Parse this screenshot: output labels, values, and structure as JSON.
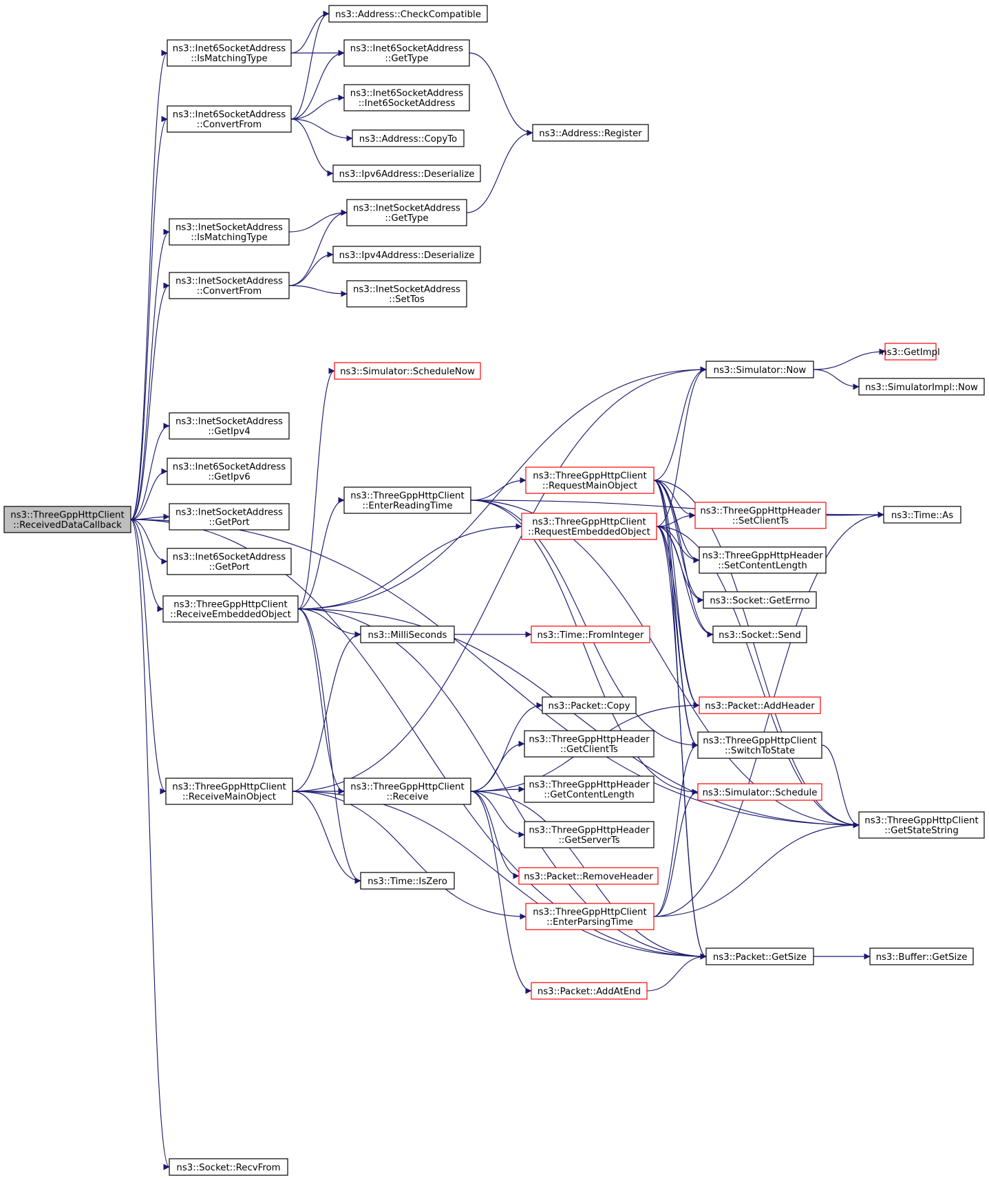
{
  "colors": {
    "edge": "#191970",
    "root_fill": "#bfbfbf",
    "normal_border": "#000000",
    "truncated_border": "#ff0000",
    "text": "#000000"
  },
  "nodes": [
    {
      "id": "root",
      "lines": [
        "ns3::ThreeGppHttpClient",
        "::ReceivedDataCallback"
      ],
      "kind": "root"
    },
    {
      "id": "i6match",
      "lines": [
        "ns3::Inet6SocketAddress",
        "::IsMatchingType"
      ],
      "kind": "normal"
    },
    {
      "id": "addrCheck",
      "lines": [
        "ns3::Address::CheckCompatible"
      ],
      "kind": "normal"
    },
    {
      "id": "i6gettype",
      "lines": [
        "ns3::Inet6SocketAddress",
        "::GetType"
      ],
      "kind": "normal"
    },
    {
      "id": "i6conv",
      "lines": [
        "ns3::Inet6SocketAddress",
        "::ConvertFrom"
      ],
      "kind": "normal"
    },
    {
      "id": "i6ctor",
      "lines": [
        "ns3::Inet6SocketAddress",
        "::Inet6SocketAddress"
      ],
      "kind": "normal"
    },
    {
      "id": "copyto",
      "lines": [
        "ns3::Address::CopyTo"
      ],
      "kind": "normal"
    },
    {
      "id": "addrReg",
      "lines": [
        "ns3::Address::Register"
      ],
      "kind": "normal"
    },
    {
      "id": "ip6deser",
      "lines": [
        "ns3::Ipv6Address::Deserialize"
      ],
      "kind": "normal"
    },
    {
      "id": "i4match",
      "lines": [
        "ns3::InetSocketAddress",
        "::IsMatchingType"
      ],
      "kind": "normal"
    },
    {
      "id": "i4gettype",
      "lines": [
        "ns3::InetSocketAddress",
        "::GetType"
      ],
      "kind": "normal"
    },
    {
      "id": "i4conv",
      "lines": [
        "ns3::InetSocketAddress",
        "::ConvertFrom"
      ],
      "kind": "normal"
    },
    {
      "id": "ip4deser",
      "lines": [
        "ns3::Ipv4Address::Deserialize"
      ],
      "kind": "normal"
    },
    {
      "id": "settos",
      "lines": [
        "ns3::InetSocketAddress",
        "::SetTos"
      ],
      "kind": "normal"
    },
    {
      "id": "schedNow",
      "lines": [
        "ns3::Simulator::ScheduleNow"
      ],
      "kind": "trunc"
    },
    {
      "id": "simNow",
      "lines": [
        "ns3::Simulator::Now"
      ],
      "kind": "normal"
    },
    {
      "id": "getImpl",
      "lines": [
        "ns3::GetImpl"
      ],
      "kind": "trunc"
    },
    {
      "id": "simImplNow",
      "lines": [
        "ns3::SimulatorImpl::Now"
      ],
      "kind": "normal"
    },
    {
      "id": "getIpv4",
      "lines": [
        "ns3::InetSocketAddress",
        "::GetIpv4"
      ],
      "kind": "normal"
    },
    {
      "id": "getIpv6",
      "lines": [
        "ns3::Inet6SocketAddress",
        "::GetIpv6"
      ],
      "kind": "normal"
    },
    {
      "id": "i4port",
      "lines": [
        "ns3::InetSocketAddress",
        "::GetPort"
      ],
      "kind": "normal"
    },
    {
      "id": "i6port",
      "lines": [
        "ns3::Inet6SocketAddress",
        "::GetPort"
      ],
      "kind": "normal"
    },
    {
      "id": "enterRead",
      "lines": [
        "ns3::ThreeGppHttpClient",
        "::EnterReadingTime"
      ],
      "kind": "normal"
    },
    {
      "id": "reqMain",
      "lines": [
        "ns3::ThreeGppHttpClient",
        "::RequestMainObject"
      ],
      "kind": "trunc"
    },
    {
      "id": "reqEmb",
      "lines": [
        "ns3::ThreeGppHttpClient",
        "::RequestEmbeddedObject"
      ],
      "kind": "trunc"
    },
    {
      "id": "setClientTs",
      "lines": [
        "ns3::ThreeGppHttpHeader",
        "::SetClientTs"
      ],
      "kind": "trunc"
    },
    {
      "id": "timeAs",
      "lines": [
        "ns3::Time::As"
      ],
      "kind": "normal"
    },
    {
      "id": "setContLen",
      "lines": [
        "ns3::ThreeGppHttpHeader",
        "::SetContentLength"
      ],
      "kind": "normal"
    },
    {
      "id": "recvEmb",
      "lines": [
        "ns3::ThreeGppHttpClient",
        "::ReceiveEmbeddedObject"
      ],
      "kind": "normal"
    },
    {
      "id": "getErrno",
      "lines": [
        "ns3::Socket::GetErrno"
      ],
      "kind": "normal"
    },
    {
      "id": "milli",
      "lines": [
        "ns3::MilliSeconds"
      ],
      "kind": "normal"
    },
    {
      "id": "fromInt",
      "lines": [
        "ns3::Time::FromInteger"
      ],
      "kind": "trunc"
    },
    {
      "id": "sockSend",
      "lines": [
        "ns3::Socket::Send"
      ],
      "kind": "normal"
    },
    {
      "id": "pktCopy",
      "lines": [
        "ns3::Packet::Copy"
      ],
      "kind": "normal"
    },
    {
      "id": "addHeader",
      "lines": [
        "ns3::Packet::AddHeader"
      ],
      "kind": "trunc"
    },
    {
      "id": "getClientTs",
      "lines": [
        "ns3::ThreeGppHttpHeader",
        "::GetClientTs"
      ],
      "kind": "normal"
    },
    {
      "id": "switchState",
      "lines": [
        "ns3::ThreeGppHttpClient",
        "::SwitchToState"
      ],
      "kind": "normal"
    },
    {
      "id": "recvMain",
      "lines": [
        "ns3::ThreeGppHttpClient",
        "::ReceiveMainObject"
      ],
      "kind": "normal"
    },
    {
      "id": "receive",
      "lines": [
        "ns3::ThreeGppHttpClient",
        "::Receive"
      ],
      "kind": "normal"
    },
    {
      "id": "getContLen",
      "lines": [
        "ns3::ThreeGppHttpHeader",
        "::GetContentLength"
      ],
      "kind": "normal"
    },
    {
      "id": "simSched",
      "lines": [
        "ns3::Simulator::Schedule"
      ],
      "kind": "trunc"
    },
    {
      "id": "getState",
      "lines": [
        "ns3::ThreeGppHttpClient",
        "::GetStateString"
      ],
      "kind": "normal"
    },
    {
      "id": "getServerTs",
      "lines": [
        "ns3::ThreeGppHttpHeader",
        "::GetServerTs"
      ],
      "kind": "normal"
    },
    {
      "id": "removeHeader",
      "lines": [
        "ns3::Packet::RemoveHeader"
      ],
      "kind": "trunc"
    },
    {
      "id": "isZero",
      "lines": [
        "ns3::Time::IsZero"
      ],
      "kind": "normal"
    },
    {
      "id": "enterParse",
      "lines": [
        "ns3::ThreeGppHttpClient",
        "::EnterParsingTime"
      ],
      "kind": "trunc"
    },
    {
      "id": "pktSize",
      "lines": [
        "ns3::Packet::GetSize"
      ],
      "kind": "normal"
    },
    {
      "id": "bufSize",
      "lines": [
        "ns3::Buffer::GetSize"
      ],
      "kind": "normal"
    },
    {
      "id": "addAtEnd",
      "lines": [
        "ns3::Packet::AddAtEnd"
      ],
      "kind": "trunc"
    },
    {
      "id": "recvFrom",
      "lines": [
        "ns3::Socket::RecvFrom"
      ],
      "kind": "normal"
    }
  ],
  "edges": [
    [
      "root",
      "i6match"
    ],
    [
      "root",
      "i6conv"
    ],
    [
      "root",
      "i4match"
    ],
    [
      "root",
      "i4conv"
    ],
    [
      "root",
      "getIpv4"
    ],
    [
      "root",
      "getIpv6"
    ],
    [
      "root",
      "i4port"
    ],
    [
      "root",
      "i6port"
    ],
    [
      "root",
      "recvEmb"
    ],
    [
      "root",
      "recvMain"
    ],
    [
      "root",
      "pktSize"
    ],
    [
      "root",
      "getState"
    ],
    [
      "root",
      "recvFrom"
    ],
    [
      "i6match",
      "addrCheck"
    ],
    [
      "i6match",
      "i6gettype"
    ],
    [
      "i6conv",
      "addrCheck"
    ],
    [
      "i6conv",
      "i6gettype"
    ],
    [
      "i6conv",
      "i6ctor"
    ],
    [
      "i6conv",
      "copyto"
    ],
    [
      "i6conv",
      "ip6deser"
    ],
    [
      "i6gettype",
      "addrReg"
    ],
    [
      "i4gettype",
      "addrReg"
    ],
    [
      "i4match",
      "i4gettype"
    ],
    [
      "i4conv",
      "i4gettype"
    ],
    [
      "i4conv",
      "ip4deser"
    ],
    [
      "i4conv",
      "settos"
    ],
    [
      "simNow",
      "getImpl"
    ],
    [
      "simNow",
      "simImplNow"
    ],
    [
      "recvEmb",
      "enterRead"
    ],
    [
      "recvEmb",
      "reqEmb"
    ],
    [
      "recvEmb",
      "simNow"
    ],
    [
      "recvEmb",
      "schedNow"
    ],
    [
      "recvEmb",
      "milli"
    ],
    [
      "recvEmb",
      "receive"
    ],
    [
      "recvEmb",
      "isZero"
    ],
    [
      "recvEmb",
      "pktSize"
    ],
    [
      "recvEmb",
      "getState"
    ],
    [
      "enterRead",
      "reqMain"
    ],
    [
      "enterRead",
      "timeAs"
    ],
    [
      "enterRead",
      "getState"
    ],
    [
      "enterRead",
      "switchState"
    ],
    [
      "enterRead",
      "simSched"
    ],
    [
      "reqMain",
      "simNow"
    ],
    [
      "reqMain",
      "setClientTs"
    ],
    [
      "reqMain",
      "setContLen"
    ],
    [
      "reqMain",
      "getErrno"
    ],
    [
      "reqMain",
      "sockSend"
    ],
    [
      "reqMain",
      "addHeader"
    ],
    [
      "reqMain",
      "switchState"
    ],
    [
      "reqMain",
      "getState"
    ],
    [
      "reqMain",
      "pktSize"
    ],
    [
      "reqEmb",
      "simNow"
    ],
    [
      "reqEmb",
      "setClientTs"
    ],
    [
      "reqEmb",
      "setContLen"
    ],
    [
      "reqEmb",
      "getErrno"
    ],
    [
      "reqEmb",
      "sockSend"
    ],
    [
      "reqEmb",
      "addHeader"
    ],
    [
      "reqEmb",
      "switchState"
    ],
    [
      "reqEmb",
      "getState"
    ],
    [
      "reqEmb",
      "pktSize"
    ],
    [
      "setClientTs",
      "timeAs"
    ],
    [
      "milli",
      "fromInt"
    ],
    [
      "switchState",
      "getState"
    ],
    [
      "recvMain",
      "simNow"
    ],
    [
      "recvMain",
      "milli"
    ],
    [
      "recvMain",
      "receive"
    ],
    [
      "recvMain",
      "isZero"
    ],
    [
      "recvMain",
      "enterParse"
    ],
    [
      "recvMain",
      "pktSize"
    ],
    [
      "receive",
      "pktCopy"
    ],
    [
      "receive",
      "addHeader"
    ],
    [
      "receive",
      "getClientTs"
    ],
    [
      "receive",
      "getContLen"
    ],
    [
      "receive",
      "getServerTs"
    ],
    [
      "receive",
      "removeHeader"
    ],
    [
      "receive",
      "addAtEnd"
    ],
    [
      "receive",
      "pktSize"
    ],
    [
      "enterParse",
      "timeAs"
    ],
    [
      "enterParse",
      "switchState"
    ],
    [
      "enterParse",
      "simSched"
    ],
    [
      "enterParse",
      "getState"
    ],
    [
      "addAtEnd",
      "pktSize"
    ],
    [
      "pktSize",
      "bufSize"
    ]
  ]
}
